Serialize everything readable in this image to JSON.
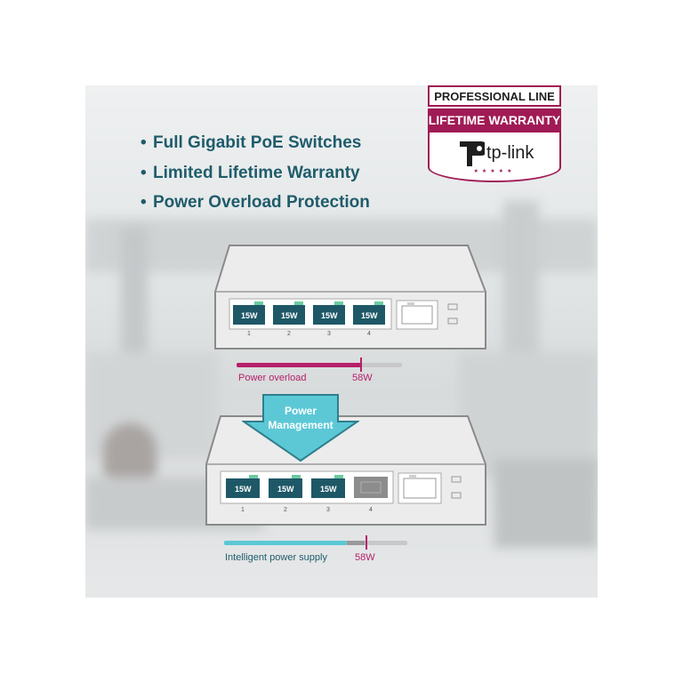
{
  "features": [
    "Full Gigabit PoE Switches",
    "Limited Lifetime Warranty",
    "Power Overload Protection"
  ],
  "badge": {
    "line1": "PROFESSIONAL LINE",
    "line2": "LIFETIME WARRANTY",
    "brand": "tp-link",
    "accent_color": "#a01b55"
  },
  "switch_top": {
    "ports": [
      {
        "label": "15W",
        "number": "1"
      },
      {
        "label": "15W",
        "number": "2"
      },
      {
        "label": "15W",
        "number": "3"
      },
      {
        "label": "15W",
        "number": "4"
      }
    ]
  },
  "overload_meter": {
    "label": "Power overload",
    "value": "58W",
    "color": "#b5206a"
  },
  "arrow": {
    "line1": "Power",
    "line2": "Management",
    "color": "#5cc8d6"
  },
  "switch_bottom": {
    "ports": [
      {
        "label": "15W",
        "number": "1"
      },
      {
        "label": "15W",
        "number": "2"
      },
      {
        "label": "15W",
        "number": "3"
      },
      {
        "label": "",
        "number": "4"
      }
    ]
  },
  "intelligent_meter": {
    "label": "Intelligent power supply",
    "value": "58W",
    "color": "#5cc8d6"
  }
}
